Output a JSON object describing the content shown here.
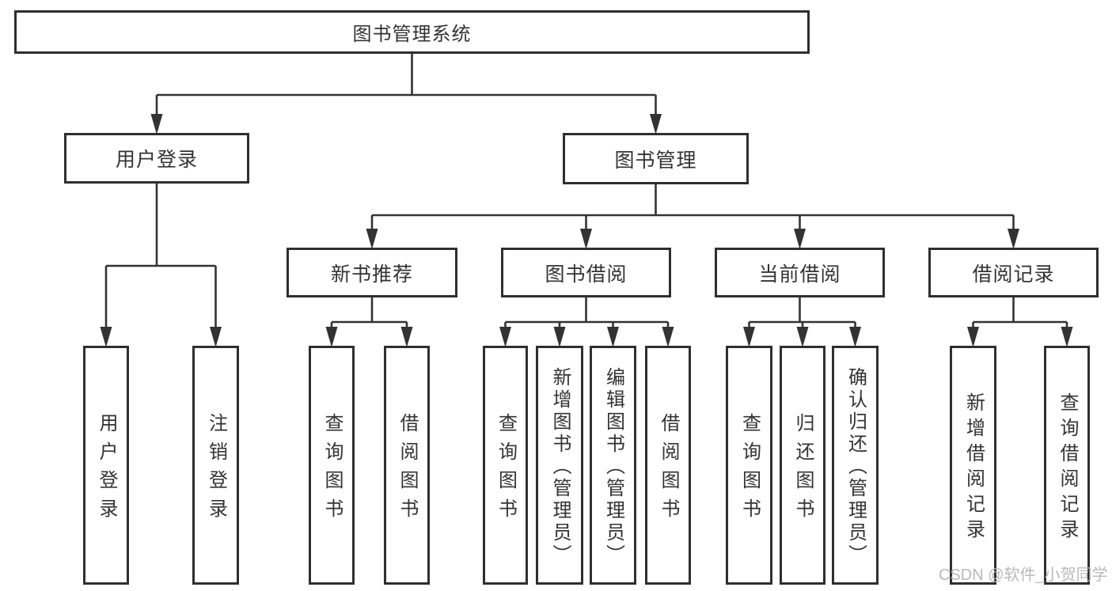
{
  "diagram": {
    "title": "图书管理系统",
    "tree": {
      "id": "root",
      "label": "图书管理系统",
      "children": [
        {
          "id": "user-login",
          "label": "用户登录",
          "children": [
            {
              "id": "leaf-user-login",
              "label": "用户登录"
            },
            {
              "id": "leaf-logout",
              "label": "注销登录"
            }
          ]
        },
        {
          "id": "book-mgmt",
          "label": "图书管理",
          "children": [
            {
              "id": "new-book-rec",
              "label": "新书推荐",
              "children": [
                {
                  "id": "nbr-query",
                  "label": "查询图书"
                },
                {
                  "id": "nbr-borrow",
                  "label": "借阅图书"
                }
              ]
            },
            {
              "id": "book-borrow",
              "label": "图书借阅",
              "children": [
                {
                  "id": "bb-query",
                  "label": "查询图书"
                },
                {
                  "id": "bb-add",
                  "label": "新增图书（管理员）"
                },
                {
                  "id": "bb-edit",
                  "label": "编辑图书（管理员）"
                },
                {
                  "id": "bb-borrow",
                  "label": "借阅图书"
                }
              ]
            },
            {
              "id": "current-borrow",
              "label": "当前借阅",
              "children": [
                {
                  "id": "cb-query",
                  "label": "查询图书"
                },
                {
                  "id": "cb-return",
                  "label": "归还图书"
                },
                {
                  "id": "cb-confirm",
                  "label": "确认归还（管理员）"
                }
              ]
            },
            {
              "id": "borrow-records",
              "label": "借阅记录",
              "children": [
                {
                  "id": "br-add",
                  "label": "新增借阅记录"
                },
                {
                  "id": "br-query",
                  "label": "查询借阅记录"
                }
              ]
            }
          ]
        }
      ]
    }
  },
  "watermark": {
    "text": "CSDN @软件_小贺同学"
  },
  "colors": {
    "background": "#ffffff",
    "box_border": "#2f2f2f",
    "connector_line": "#333333",
    "text": "#333333",
    "watermark_text": "#b9b9b9"
  }
}
